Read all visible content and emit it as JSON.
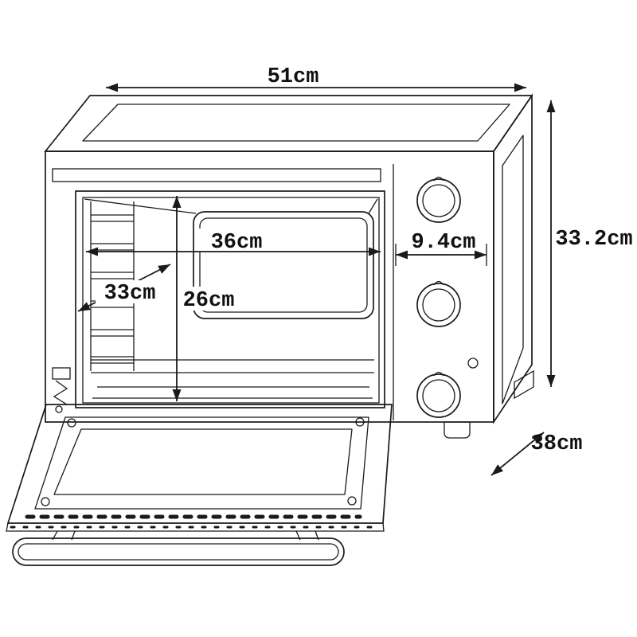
{
  "diagram": {
    "type": "technical-drawing",
    "subject": "toaster oven with open door, dimensional diagram",
    "line_color": "#1a1a1a",
    "background_color": "#ffffff",
    "dimensions": {
      "overall_width": "51cm",
      "overall_height": "33.2cm",
      "overall_depth": "38cm",
      "interior_width": "36cm",
      "interior_height": "26cm",
      "interior_depth": "33cm",
      "control_panel_width": "9.4cm"
    }
  }
}
